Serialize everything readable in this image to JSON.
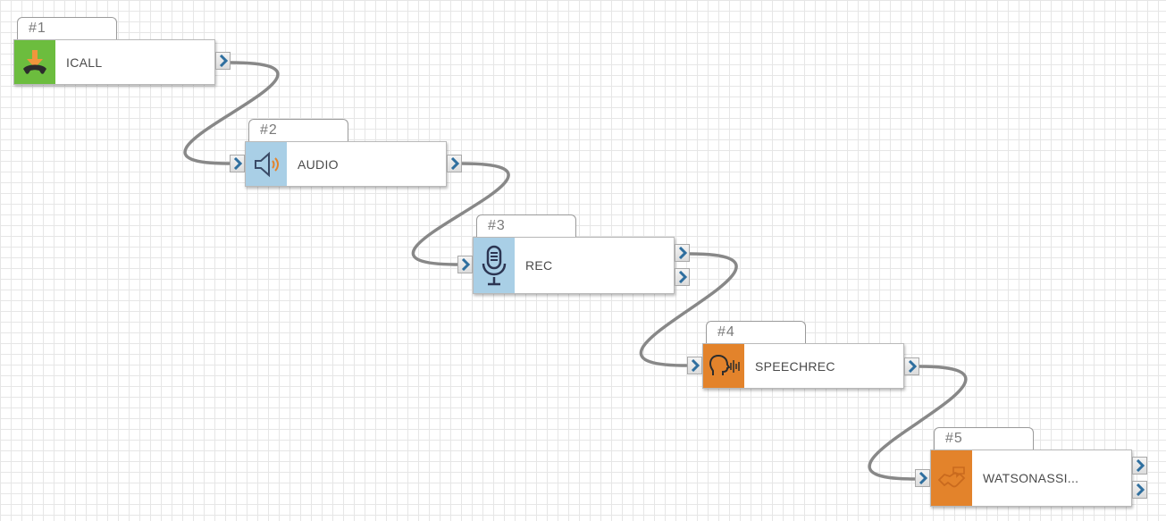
{
  "canvas": {
    "grid_color": "#e6e6e6",
    "wire_color": "#888888",
    "port_arrow_color": "#2f6f9f"
  },
  "nodes": [
    {
      "number": "#1",
      "label": "ICALL",
      "icon": "incoming-call-icon",
      "color": "#6cbd3e",
      "outputs": 1
    },
    {
      "number": "#2",
      "label": "AUDIO",
      "icon": "speaker-icon",
      "color": "#a9cfe6",
      "outputs": 1
    },
    {
      "number": "#3",
      "label": "REC",
      "icon": "microphone-icon",
      "color": "#a9cfe6",
      "outputs": 2
    },
    {
      "number": "#4",
      "label": "SPEECHREC",
      "icon": "speaking-head-icon",
      "color": "#e3832b",
      "outputs": 1
    },
    {
      "number": "#5",
      "label": "WATSONASSI...",
      "icon": "handshake-icon",
      "color": "#e3832b",
      "outputs": 2
    }
  ]
}
